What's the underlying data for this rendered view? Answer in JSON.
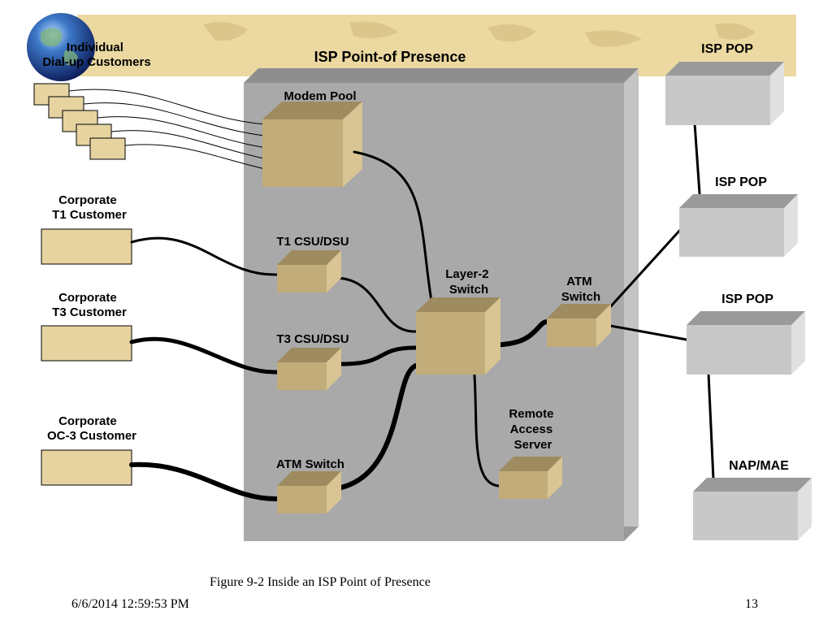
{
  "title": "ISP Point-of Presence",
  "colors": {
    "banner": "#ecd9a1",
    "tan_box": "#e6d3a0",
    "device_front": "#c2ad7a",
    "device_top": "#9e8b5f",
    "device_side": "#d9c593",
    "panel": "#a9a9a9",
    "gray_box": "#c8c8c8"
  },
  "labels": {
    "dialup": [
      "Individual",
      "Dial-up Customers"
    ],
    "corp_t1": [
      "Corporate",
      "T1 Customer"
    ],
    "corp_t3": [
      "Corporate",
      "T3 Customer"
    ],
    "corp_oc3": [
      "Corporate",
      "OC-3 Customer"
    ],
    "modem_pool": "Modem Pool",
    "t1_csu": "T1 CSU/DSU",
    "t3_csu": "T3 CSU/DSU",
    "atm_switch_left": "ATM Switch",
    "layer2": [
      "Layer-2",
      "Switch"
    ],
    "atm_switch_right": [
      "ATM",
      "Switch"
    ],
    "ras": [
      "Remote",
      "Access",
      "Server"
    ],
    "isp_pop_1": "ISP POP",
    "isp_pop_2": "ISP POP",
    "isp_pop_3": "ISP POP",
    "nap_mae": "NAP/MAE"
  },
  "icons": {
    "globe": "globe-icon"
  },
  "caption": "Figure 9-2 Inside an ISP Point of Presence",
  "footer": {
    "date": "6/6/2014 12:59:53 PM",
    "page": "13"
  }
}
